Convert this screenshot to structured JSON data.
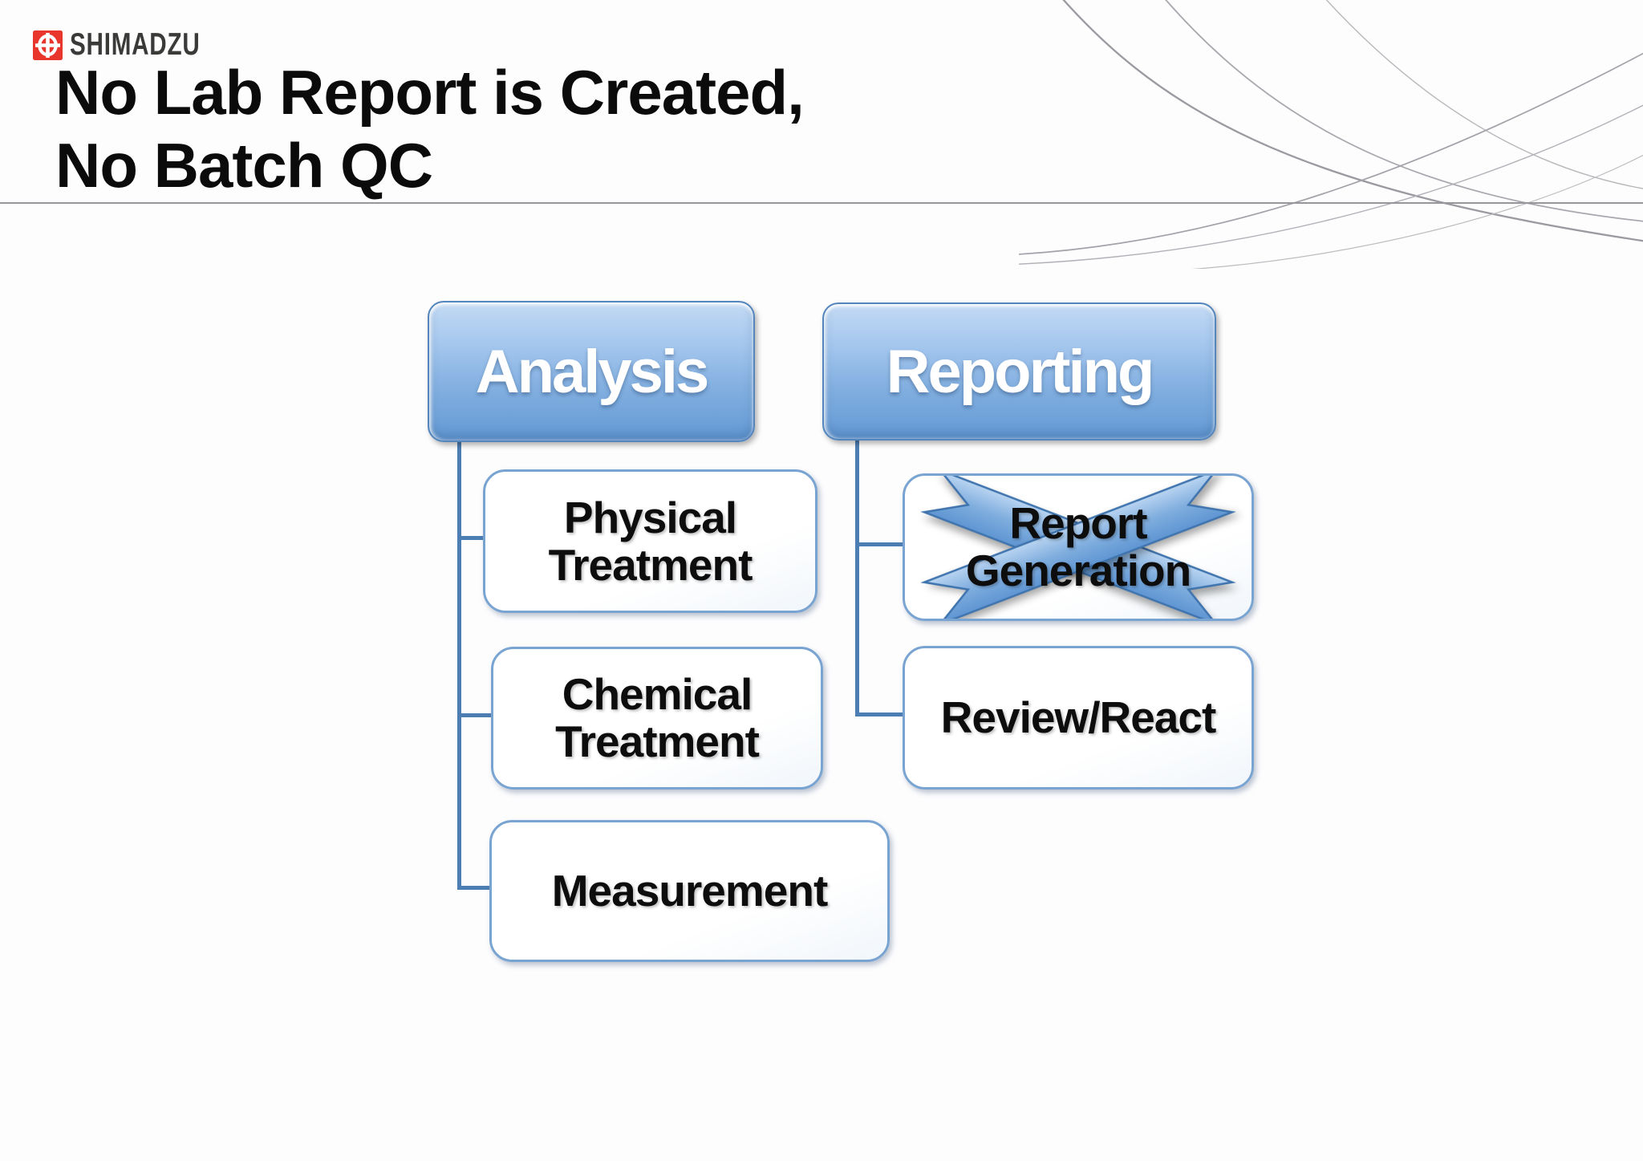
{
  "logo": {
    "text": "SHIMADZU",
    "mark_color": "#e8362d"
  },
  "title": {
    "line1": "No Lab Report is Created,",
    "line2": "No Batch QC"
  },
  "diagram": {
    "analysis": {
      "label": "Analysis",
      "children": [
        {
          "label": "Physical\nTreatment"
        },
        {
          "label": "Chemical\nTreatment"
        },
        {
          "label": "Measurement"
        }
      ]
    },
    "reporting": {
      "label": "Reporting",
      "children": [
        {
          "label": "Report\nGeneration",
          "crossed_out": true
        },
        {
          "label": "Review/React",
          "crossed_out": false
        }
      ]
    }
  },
  "colors": {
    "shimadzu_red": "#e8362d",
    "root_node_gradient_top": "#b7d3f2",
    "root_node_gradient_bottom": "#6399d4",
    "root_node_border": "#5486bd",
    "child_node_border": "#79a4d2",
    "connector_blue": "#4d7eb3",
    "cross_x_fill_top": "#b9d4f1",
    "cross_x_fill_bottom": "#5e95d2",
    "cross_x_outline": "#3f74ae",
    "divider_gray": "#97979b",
    "title_text": "#0b0b0b"
  }
}
